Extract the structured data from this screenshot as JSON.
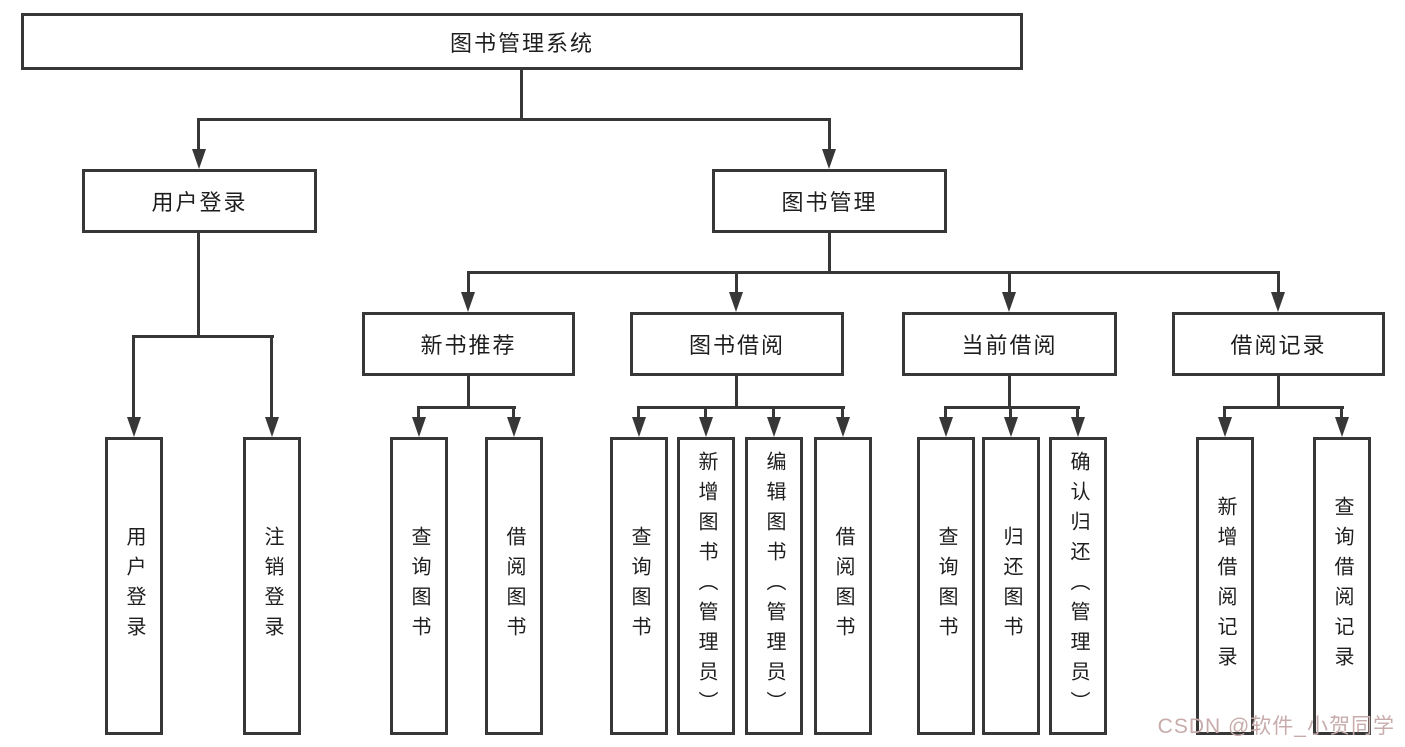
{
  "diagram": {
    "root": {
      "label": "图书管理系统"
    },
    "level2": [
      {
        "label": "用户登录"
      },
      {
        "label": "图书管理"
      }
    ],
    "level3": [
      {
        "label": "新书推荐"
      },
      {
        "label": "图书借阅"
      },
      {
        "label": "当前借阅"
      },
      {
        "label": "借阅记录"
      }
    ],
    "leaves": {
      "user_login": [
        "用户登录",
        "注销登录"
      ],
      "new_book": [
        "查询图书",
        "借阅图书"
      ],
      "book_borrow": [
        "查询图书",
        "新增图书（管理员）",
        "编辑图书（管理员）",
        "借阅图书"
      ],
      "current_borrow": [
        "查询图书",
        "归还图书",
        "确认归还（管理员）"
      ],
      "borrow_record": [
        "新增借阅记录",
        "查询借阅记录"
      ]
    }
  },
  "watermark": {
    "text": "CSDN @软件_小贺同学"
  },
  "colors": {
    "line": "#373737",
    "box_border": "#373737",
    "text": "#1e1e1e",
    "watermark": "#c8acac",
    "background": "#ffffff"
  }
}
